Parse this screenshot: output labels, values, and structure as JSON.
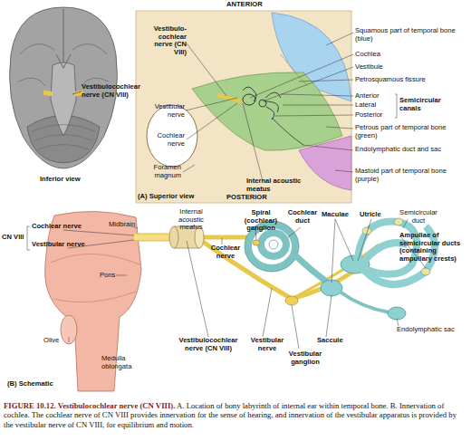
{
  "diagram": {
    "title": "FIGURE 10.12. Vestibulocochlear nerve (CN VIII).",
    "caption": "A. Location of bony labyrinth of internal ear within temporal bone. B. Innervation of cochlea. The cochlear nerve of CN VIII provides innervation for the sense of hearing, and innervation of the vestibular apparatus is provided by the vestibular nerve of CN VIII, for equilibrium and motion.",
    "labels": [
      "Vestibulocochlear nerve (CN VIII)",
      "Inferior view",
      "ANTERIOR",
      "Vestibulo-cochlear nerve (CN VIII)",
      "Squamous part of temporal bone (blue)",
      "Cochlea",
      "Vestibule",
      "Petrosquamous fissure",
      "Anterior",
      "Lateral",
      "Posterior",
      "Semicircular canals",
      "Petrous part of temporal bone (green)",
      "Endolymphatic duct and sac",
      "Mastoid part of temporal bone (purple)",
      "Vestibular nerve",
      "Cochlear nerve",
      "Foramen magnum",
      "(A) Superior view",
      "POSTERIOR",
      "Internal acoustic meatus",
      "Cochlear nerve",
      "Vestibular nerve",
      "CN VIII",
      "Midbrain",
      "Pons",
      "Olive",
      "Medulla oblongata",
      "(B) Schematic",
      "Internal acoustic meatus",
      "Cochlear nerve",
      "Vestibulocochlear nerve (CN VIII)",
      "Vestibular nerve",
      "Spiral (cochlear) ganglion",
      "Cochlear duct",
      "Maculae",
      "Utricle",
      "Semicircular duct",
      "Ampullae of semicircular ducts (containing ampullary crests)",
      "Saccule",
      "Vestibular ganglion",
      "Endolymphatic sac"
    ]
  }
}
